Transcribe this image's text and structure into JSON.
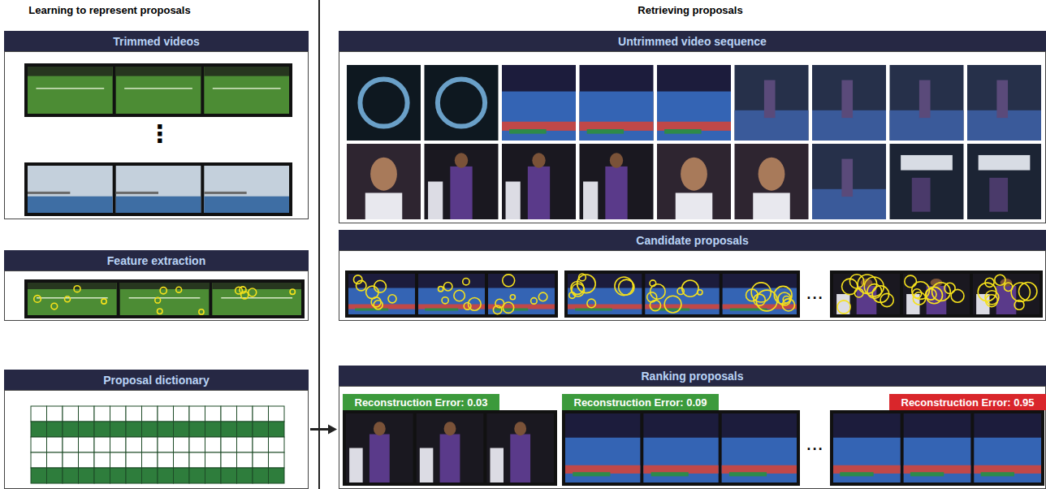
{
  "diagram": {
    "nodes": [
      {
        "text": [
          "Trimmed videos"
        ]
      },
      {
        "text": [
          "Feature extraction"
        ]
      },
      {
        "text": [
          "Proposal dictionary"
        ]
      },
      {
        "text": [
          "Untrimmed video sequence"
        ]
      },
      {
        "text": [
          "Candidate proposals"
        ]
      },
      {
        "text": [
          "Ranking proposals"
        ]
      },
      {
        "text": [
          "Reconstruction Error: 0.03"
        ],
        "in": 5
      },
      {
        "text": [
          "Reconstruction Error: 0.09"
        ],
        "in": 5
      },
      {
        "text": [
          "Reconstruction Error: 0.95"
        ],
        "in": 5
      }
    ],
    "edges": [
      {
        "from": 2,
        "to": 5,
        "arrow": "to"
      }
    ],
    "labels": [
      "Learning to represent proposals",
      "Retrieving proposals",
      "⋮",
      "...",
      "..."
    ]
  }
}
